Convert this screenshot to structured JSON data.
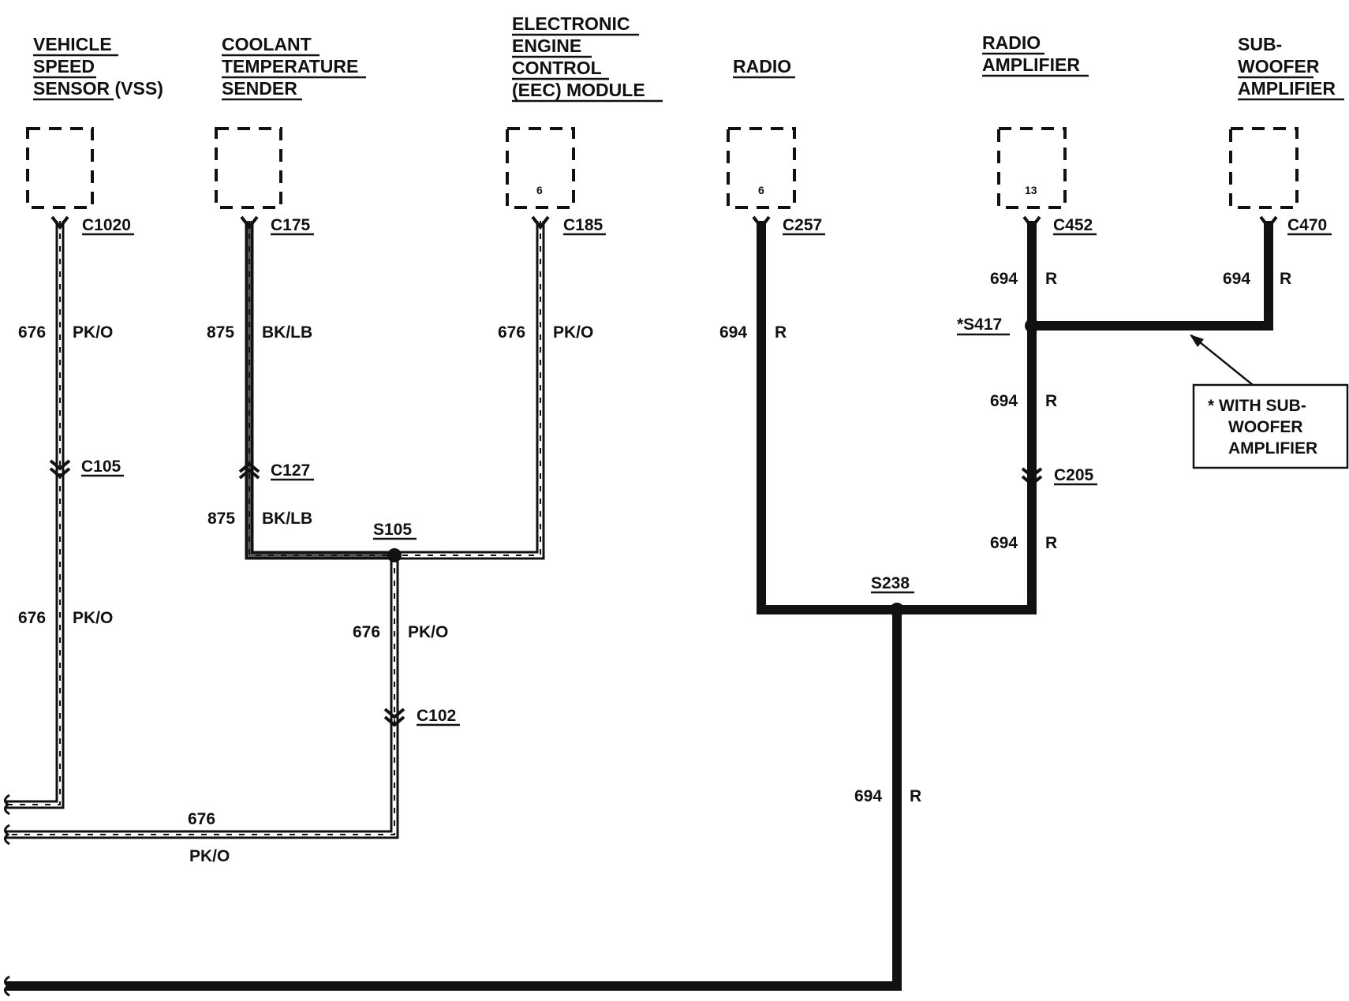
{
  "components": {
    "vss": {
      "lines": [
        "VEHICLE",
        "SPEED",
        "SENSOR (VSS)"
      ],
      "connector": "C1020"
    },
    "coolant": {
      "lines": [
        "COOLANT",
        "TEMPERATURE",
        "SENDER"
      ],
      "connector": "C175"
    },
    "eec": {
      "lines": [
        "ELECTRONIC",
        "ENGINE",
        "CONTROL",
        "(EEC) MODULE"
      ],
      "pin": "6",
      "connector": "C185"
    },
    "radio": {
      "lines": [
        "RADIO"
      ],
      "pin": "6",
      "connector": "C257"
    },
    "amp": {
      "lines": [
        "RADIO",
        "AMPLIFIER"
      ],
      "pin": "13",
      "connector": "C452"
    },
    "sub": {
      "lines": [
        "SUB-",
        "WOOFER",
        "AMPLIFIER"
      ],
      "connector": "C470"
    }
  },
  "wires": {
    "vss_upper": {
      "circuit": "676",
      "color": "PK/O"
    },
    "vss_lower": {
      "circuit": "676",
      "color": "PK/O"
    },
    "coolant_upper": {
      "circuit": "875",
      "color": "BK/LB"
    },
    "coolant_lower": {
      "circuit": "875",
      "color": "BK/LB"
    },
    "eec": {
      "circuit": "676",
      "color": "PK/O"
    },
    "s105_down": {
      "circuit": "676",
      "color": "PK/O"
    },
    "bottom_h": {
      "circuit": "676",
      "color": "PK/O"
    },
    "radio": {
      "circuit": "694",
      "color": "R"
    },
    "amp_top": {
      "circuit": "694",
      "color": "R"
    },
    "amp_mid": {
      "circuit": "694",
      "color": "R"
    },
    "amp_low": {
      "circuit": "694",
      "color": "R"
    },
    "sub": {
      "circuit": "694",
      "color": "R"
    },
    "s238_down": {
      "circuit": "694",
      "color": "R"
    }
  },
  "inline_connectors": {
    "vss": "C105",
    "coolant": "C127",
    "s105": "C102",
    "amp": "C205"
  },
  "splices": {
    "s105": "S105",
    "s238": "S238",
    "s417": "*S417"
  },
  "note": {
    "lines": [
      "* WITH SUB-",
      "WOOFER",
      "AMPLIFIER"
    ]
  }
}
